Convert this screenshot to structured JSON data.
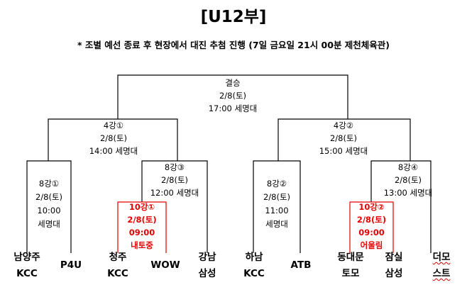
{
  "title": "[U12부]",
  "notice": "* 조별 예선 종료 후 현장에서 대진 추첨 진행 (7일 금요일 21시 00분 제천체육관)",
  "final": {
    "round": "결승",
    "date": "2/8(토)",
    "time_venue": "17:00 세명대"
  },
  "semifinals": [
    {
      "round": "4강①",
      "date": "2/8(토)",
      "time_venue": "14:00 세명대"
    },
    {
      "round": "4강②",
      "date": "2/8(토)",
      "time_venue": "15:00 세명대"
    }
  ],
  "quarterfinals": [
    {
      "round": "8강①",
      "date": "2/8(토)",
      "time": "10:00",
      "venue": "세명대"
    },
    {
      "round": "8강③",
      "date": "2/8(토)",
      "time_venue": "12:00 세명대"
    },
    {
      "round": "8강②",
      "date": "2/8(토)",
      "time": "11:00",
      "venue": "세명대"
    },
    {
      "round": "8강④",
      "date": "2/8(토)",
      "time_venue": "13:00 세명대"
    }
  ],
  "round_of_10": [
    {
      "round": "10강①",
      "date": "2/8(토)",
      "time": "09:00",
      "venue": "내토중"
    },
    {
      "round": "10강②",
      "date": "2/8(토)",
      "time": "09:00",
      "venue": "어울림"
    }
  ],
  "teams": [
    {
      "line1": "남양주",
      "line2": "KCC"
    },
    {
      "line1": "P4U",
      "line2": ""
    },
    {
      "line1": "청주",
      "line2": "KCC"
    },
    {
      "line1": "WOW",
      "line2": ""
    },
    {
      "line1": "강남",
      "line2": "삼성"
    },
    {
      "line1": "하남",
      "line2": "KCC"
    },
    {
      "line1": "ATB",
      "line2": ""
    },
    {
      "line1": "동대문",
      "line2": "토모"
    },
    {
      "line1": "잠실",
      "line2": "삼성"
    },
    {
      "line1": "더모",
      "line2": "스트"
    }
  ],
  "colors": {
    "round_of_10_text": "#e60000",
    "line": "#000000"
  }
}
